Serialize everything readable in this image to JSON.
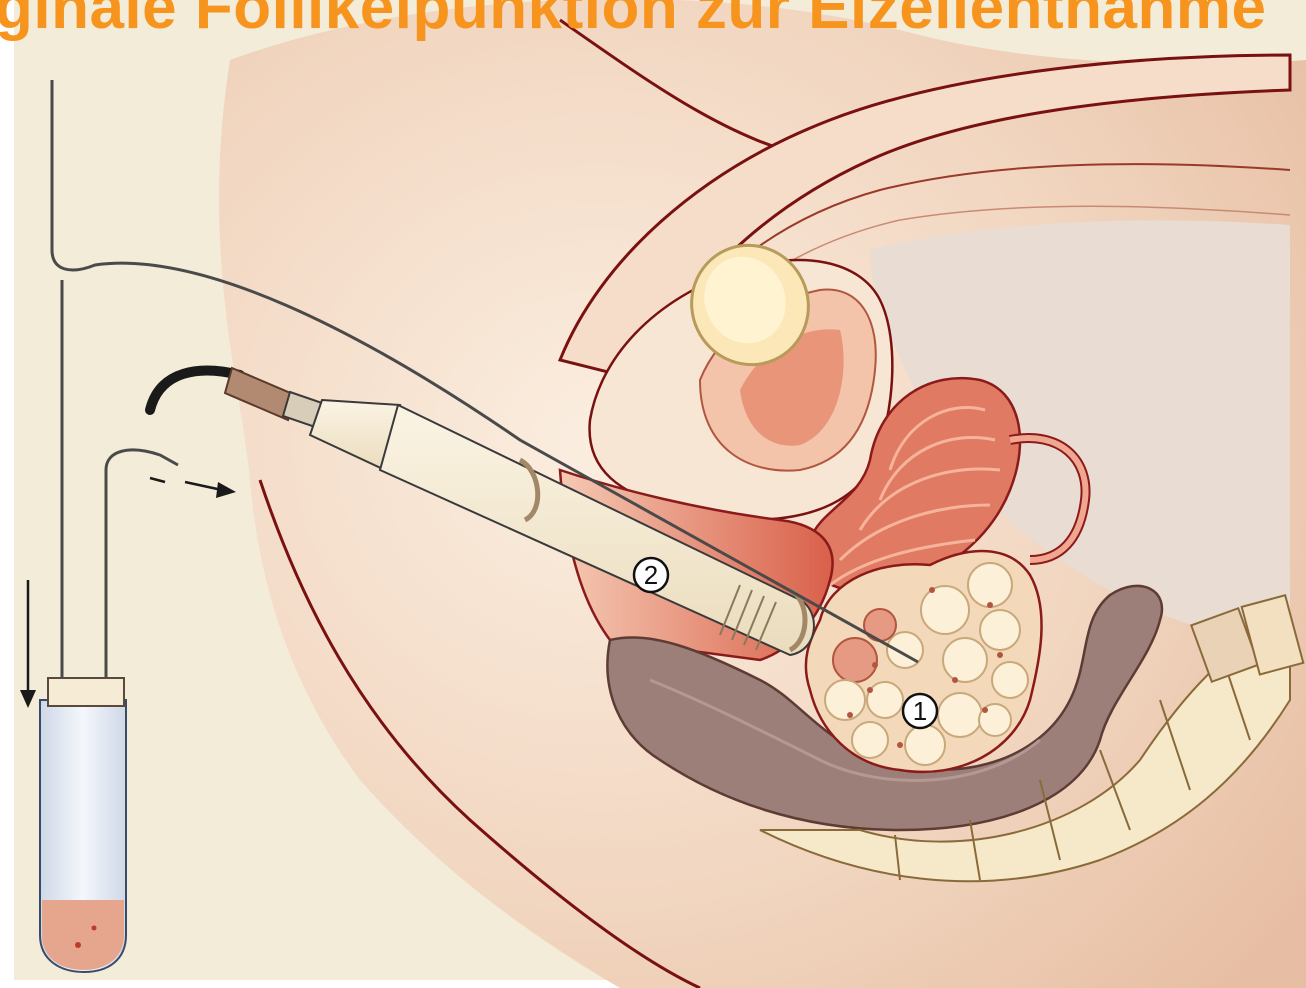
{
  "title": "aginale Follikelpunktion zur Eizellentnahme",
  "markers": {
    "follicle_marker": "1",
    "probe_marker": "2"
  },
  "colors": {
    "title": "#f7941d",
    "background": "#f2ecd9",
    "skin": "#f4dcc6",
    "outline": "#8b1a1a",
    "uterus": "#d9705a",
    "bowel": "#9c7f78",
    "probe": "#f6ecd6",
    "tube_liquid": "#e6a58d"
  },
  "icons": [
    "down-arrow-icon",
    "right-arrow-icon"
  ]
}
